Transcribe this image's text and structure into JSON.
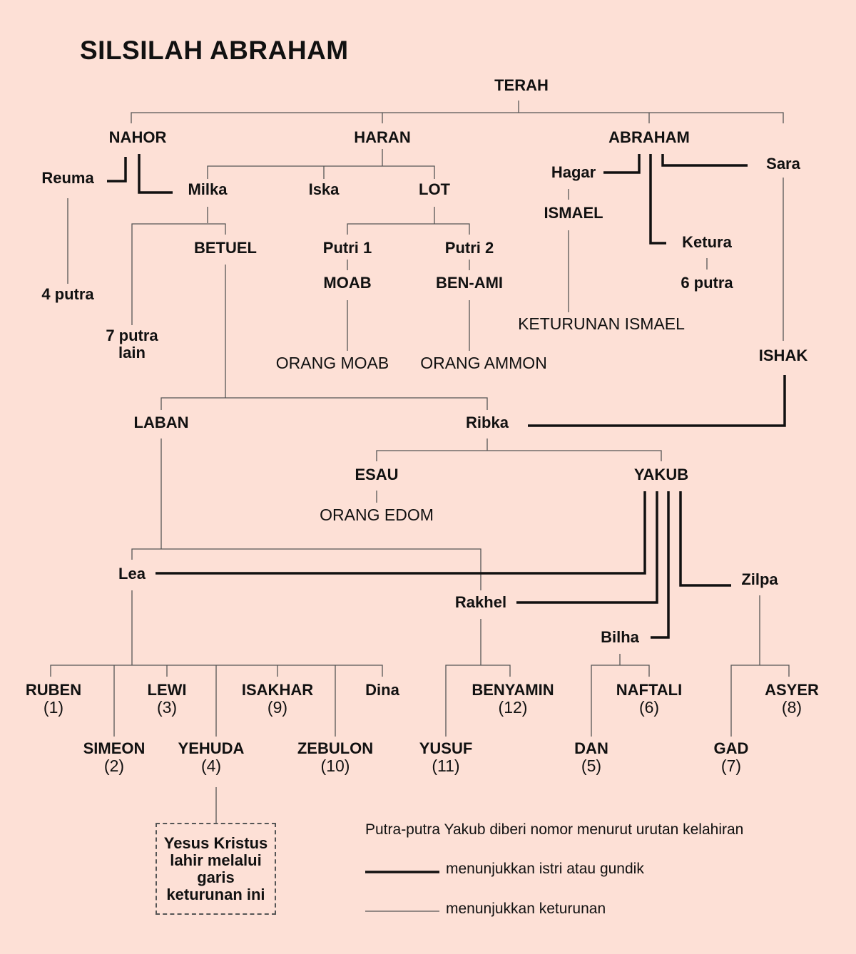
{
  "title": "SILSILAH ABRAHAM",
  "persons": {
    "terah": "TERAH",
    "nahor": "NAHOR",
    "haran": "HARAN",
    "abraham": "ABRAHAM",
    "reuma": "Reuma",
    "milka": "Milka",
    "iska": "Iska",
    "lot": "LOT",
    "hagar": "Hagar",
    "sara": "Sara",
    "ismael": "ISMAEL",
    "ketura": "Ketura",
    "betuel": "BETUEL",
    "putri1": "Putri 1",
    "putri2": "Putri 2",
    "moab": "MOAB",
    "ben_ami": "BEN-AMI",
    "laban": "LABAN",
    "ribka": "Ribka",
    "ishak": "ISHAK",
    "esau": "ESAU",
    "yakub": "YAKUB",
    "lea": "Lea",
    "rakhel": "Rakhel",
    "bilha": "Bilha",
    "zilpa": "Zilpa",
    "dina": "Dina"
  },
  "groups": {
    "reuma_sons": "4 putra",
    "milka_sons_1": "7 putra",
    "milka_sons_2": "lain",
    "ketura_sons": "6 putra"
  },
  "peoples": {
    "ismael": "KETURUNAN ISMAEL",
    "moab": "ORANG MOAB",
    "ammon": "ORANG AMMON",
    "edom": "ORANG EDOM"
  },
  "sons": [
    {
      "name": "RUBEN",
      "order": "(1)"
    },
    {
      "name": "SIMEON",
      "order": "(2)"
    },
    {
      "name": "LEWI",
      "order": "(3)"
    },
    {
      "name": "YEHUDA",
      "order": "(4)"
    },
    {
      "name": "DAN",
      "order": "(5)"
    },
    {
      "name": "NAFTALI",
      "order": "(6)"
    },
    {
      "name": "GAD",
      "order": "(7)"
    },
    {
      "name": "ASYER",
      "order": "(8)"
    },
    {
      "name": "ISAKHAR",
      "order": "(9)"
    },
    {
      "name": "ZEBULON",
      "order": "(10)"
    },
    {
      "name": "YUSUF",
      "order": "(11)"
    },
    {
      "name": "BENYAMIN",
      "order": "(12)"
    }
  ],
  "note": {
    "line1": "Yesus Kristus",
    "line2": "lahir melalui",
    "line3": "garis",
    "line4": "keturunan ini"
  },
  "legend": {
    "intro": "Putra-putra Yakub diberi nomor menurut urutan kelahiran",
    "thick": "menunjukkan istri atau gundik",
    "thin": "menunjukkan keturunan"
  },
  "colors": {
    "background": "#fde0d6",
    "ink": "#111111",
    "thin_line": "#555555"
  }
}
